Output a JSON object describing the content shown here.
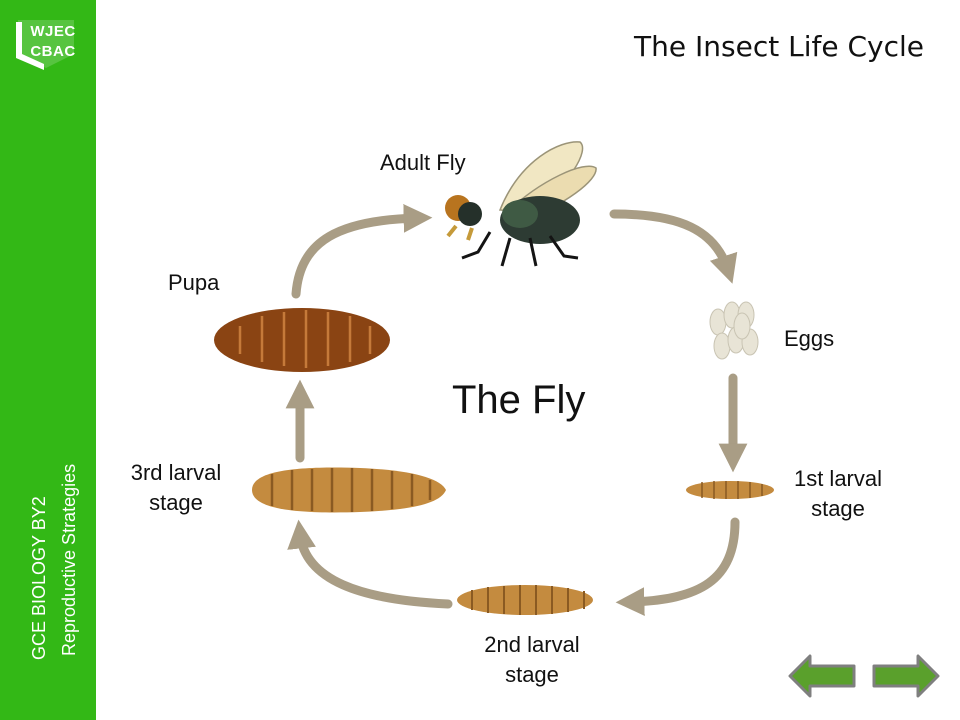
{
  "logo": {
    "line1": "WJEC",
    "line2": "CBAC"
  },
  "sidebar": {
    "course": "GCE BIOLOGY BY2",
    "topic": "Reproductive  Strategies"
  },
  "title": "The Insect Life Cycle",
  "center_label": "The Fly",
  "stages": {
    "adult": "Adult Fly",
    "eggs": "Eggs",
    "larva1_line1": "1st larval",
    "larva1_line2": "stage",
    "larva2_line1": "2nd larval",
    "larva2_line2": "stage",
    "larva3_line1": "3rd larval",
    "larva3_line2": "stage",
    "pupa": "Pupa"
  },
  "nav": {
    "prev": "back-arrow",
    "next": "forward-arrow"
  },
  "colors": {
    "sidebar": "#33b816",
    "arrow": "#a99d85",
    "larva": "#c48b3f",
    "pupa": "#8a4413",
    "nav_fill": "#5aa02c",
    "nav_border": "#7f7f7f"
  }
}
